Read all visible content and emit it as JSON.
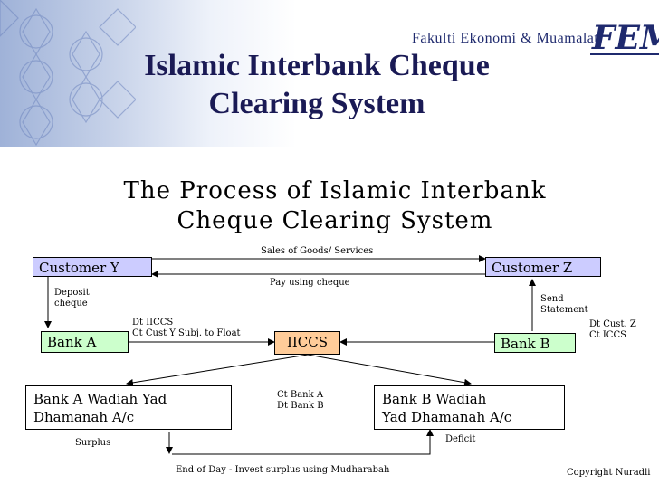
{
  "header": {
    "title_line1": "Islamic Interbank Cheque",
    "title_line2": "Clearing System",
    "logo_text": "Fakulti Ekonomi & Muamalat",
    "logo_mark": "FEM"
  },
  "diagram": {
    "title_line1": "The Process of Islamic Interbank",
    "title_line2": "Cheque Clearing System",
    "nodes": {
      "customer_y": "Customer Y",
      "customer_z": "Customer Z",
      "bank_a": "Bank A",
      "bank_b": "Bank B",
      "iiccs": "IICCS",
      "bank_a_wadiah_line1": "Bank A Wadiah Yad",
      "bank_a_wadiah_line2": "Dhamanah A/c",
      "bank_b_wadiah_line1": "Bank B Wadiah",
      "bank_b_wadiah_line2": "Yad Dhamanah A/c"
    },
    "labels": {
      "sales": "Sales of Goods/ Services",
      "pay_cheque": "Pay using cheque",
      "deposit_line1": "Deposit",
      "deposit_line2": "cheque",
      "dt_iiccs": "Dt IICCS",
      "ct_cust_y": "Ct Cust Y Subj. to Float",
      "send_line1": "Send",
      "send_line2": "Statement",
      "dt_cust_z": "Dt Cust. Z",
      "ct_iccs": "Ct ICCS",
      "ct_bank_a": "Ct Bank A",
      "dt_bank_b": "Dt Bank B",
      "surplus": "Surplus",
      "deficit": "Deficit",
      "end_of_day": "End of Day - Invest surplus using Mudharabah"
    }
  },
  "footer": {
    "copyright": "Copyright Nuradli"
  }
}
